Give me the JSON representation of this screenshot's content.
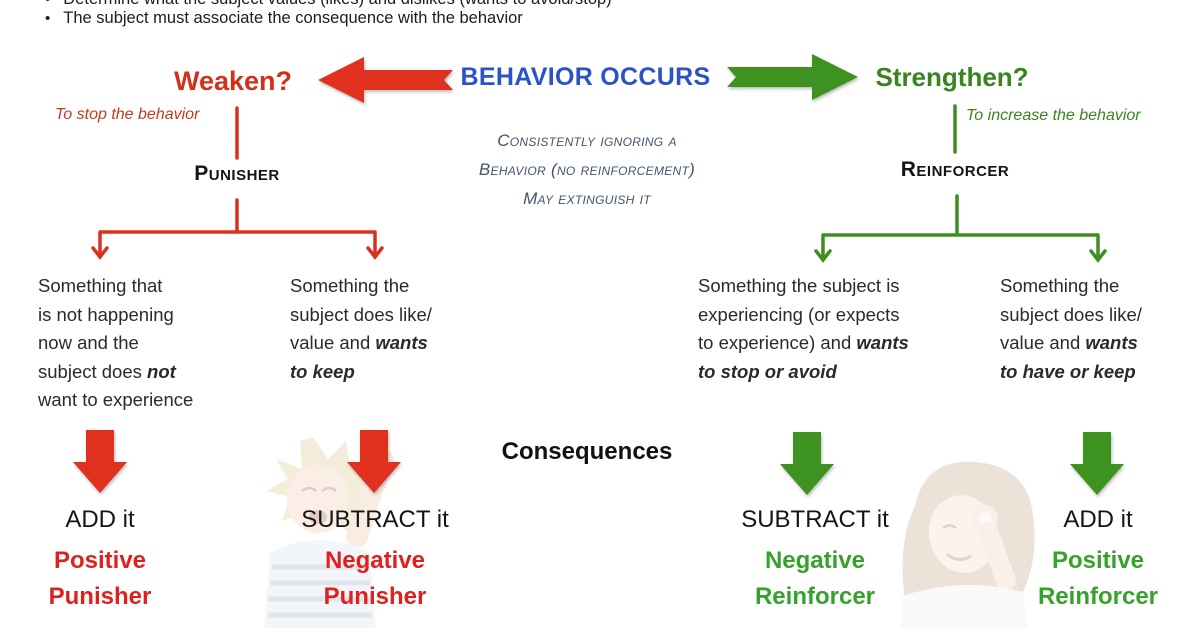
{
  "bullet_char": "•",
  "bullets": [
    "Determine what the subject values (likes) and dislikes (wants to avoid/stop)",
    "The subject must associate the consequence with the behavior"
  ],
  "header": {
    "weaken": "Weaken?",
    "behavior_occurs": "BEHAVIOR OCCURS",
    "strengthen": "Strengthen?",
    "weaken_note": "To stop the behavior",
    "strengthen_note": "To increase the behavior"
  },
  "branches": {
    "punisher": "Punisher",
    "reinforcer": "Reinforcer"
  },
  "extinction_note": {
    "line1": "Consistently ignoring a",
    "line2": "Behavior (no reinforcement)",
    "line3": "May extinguish it"
  },
  "columns": [
    {
      "lines": [
        [
          {
            "t": "Something that"
          }
        ],
        [
          {
            "t": "is not happening"
          }
        ],
        [
          {
            "t": "now and the"
          }
        ],
        [
          {
            "t": "subject does "
          },
          {
            "t": "not",
            "em": true
          }
        ],
        [
          {
            "t": "want to experience"
          }
        ]
      ]
    },
    {
      "lines": [
        [
          {
            "t": "Something the"
          }
        ],
        [
          {
            "t": "subject does like/"
          }
        ],
        [
          {
            "t": "value and "
          },
          {
            "t": "wants",
            "em": true
          }
        ],
        [
          {
            "t": "to keep",
            "em": true
          }
        ]
      ]
    },
    {
      "lines": [
        [
          {
            "t": "Something the subject is"
          }
        ],
        [
          {
            "t": "experiencing (or expects"
          }
        ],
        [
          {
            "t": "to experience) and "
          },
          {
            "t": "wants",
            "em": true
          }
        ],
        [
          {
            "t": "to stop or avoid",
            "em": true
          }
        ]
      ]
    },
    {
      "lines": [
        [
          {
            "t": "Something the"
          }
        ],
        [
          {
            "t": "subject does like/"
          }
        ],
        [
          {
            "t": "value and "
          },
          {
            "t": "wants",
            "em": true
          }
        ],
        [
          {
            "t": "to have or keep",
            "em": true
          }
        ]
      ]
    }
  ],
  "consequences_label": "Consequences",
  "outcomes": [
    {
      "action": "ADD it",
      "type": "Positive",
      "category": "Punisher",
      "color": "red"
    },
    {
      "action": "SUBTRACT it",
      "type": "Negative",
      "category": "Punisher",
      "color": "red"
    },
    {
      "action": "SUBTRACT it",
      "type": "Negative",
      "category": "Reinforcer",
      "color": "green"
    },
    {
      "action": "ADD it",
      "type": "Positive",
      "category": "Reinforcer",
      "color": "green"
    }
  ],
  "colors": {
    "red_arrow": "#E0301E",
    "red_text": "#E01F1F",
    "green_arrow": "#3E9320",
    "green_text": "#36A22B",
    "blue_title": "#2B52C8",
    "slate_note": "#44546A",
    "body_text": "#262626"
  },
  "icons": {
    "weaken_arrow": "block-arrow-left",
    "strengthen_arrow": "block-arrow-right",
    "outcome_arrows": "block-arrow-down"
  }
}
